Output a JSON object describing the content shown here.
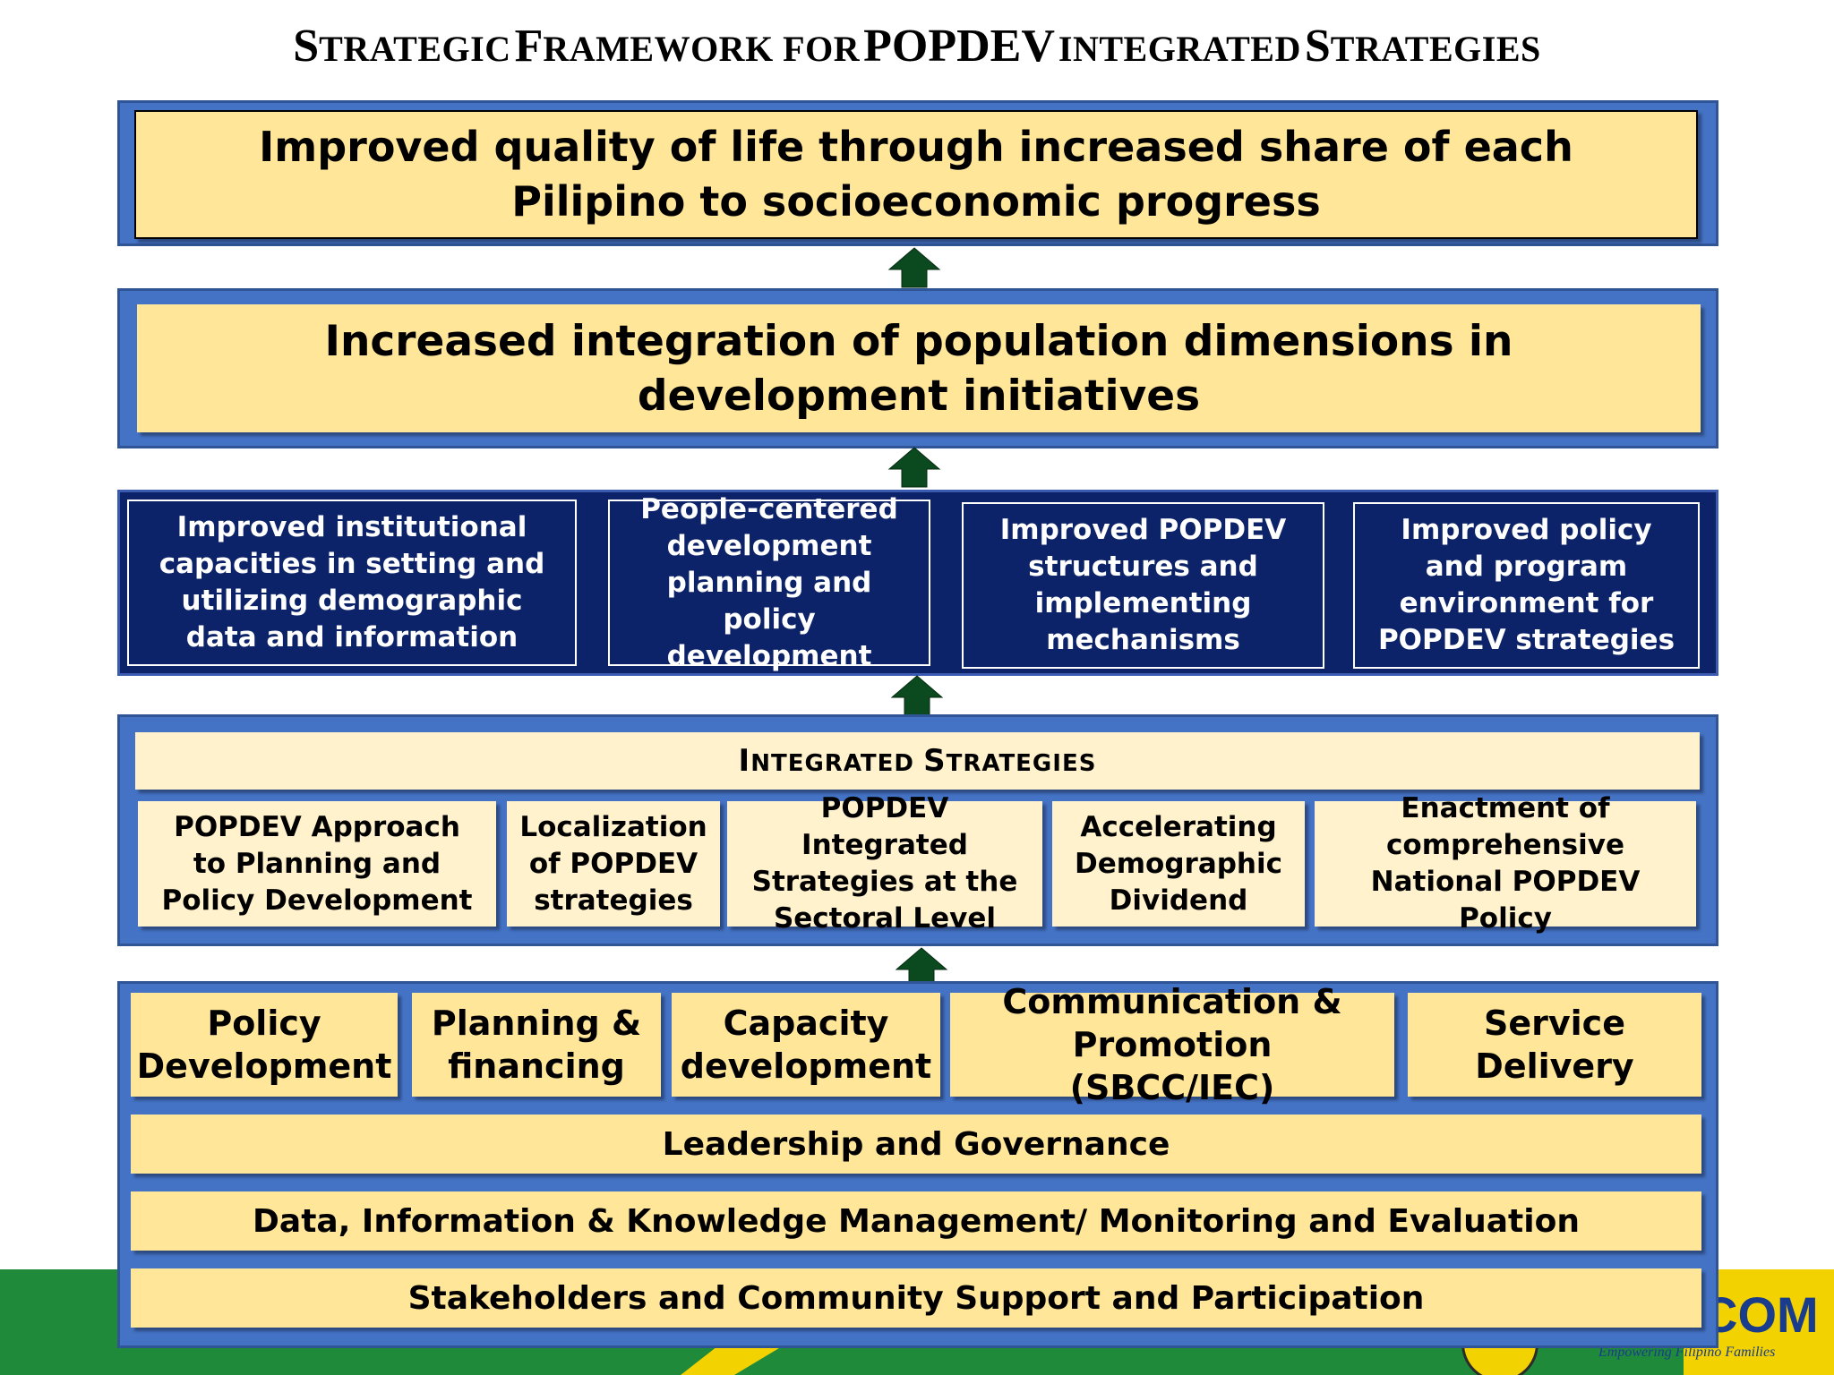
{
  "title": {
    "word1_initial": "S",
    "word1_rest": "TRATEGIC",
    "word2_initial": "F",
    "word2_rest": "RAMEWORK FOR",
    "acronym": "POPDEV",
    "word3_rest": "INTEGRATED",
    "word4_initial": "S",
    "word4_rest": "TRATEGIES"
  },
  "goal": "Improved quality of life through increased share of each Pilipino to socioeconomic progress",
  "purpose": "Increased integration of population dimensions in development initiatives",
  "outcomes": [
    "Improved institutional capacities in setting and utilizing demographic data and information",
    "People-centered development planning and policy development",
    "Improved POPDEV structures and implementing mechanisms",
    "Improved policy and program environment for POPDEV strategies"
  ],
  "strategies": {
    "header_initial1": "I",
    "header_rest1": "NTEGRATED",
    "header_initial2": "S",
    "header_rest2": "TRATEGIES",
    "items": [
      "POPDEV Approach to Planning and Policy Development",
      "Localization of POPDEV strategies",
      "POPDEV Integrated Strategies at the Sectoral Level",
      "Accelerating Demographic Dividend",
      "Enactment of comprehensive National POPDEV Policy"
    ]
  },
  "foundations": {
    "pillars": [
      "Policy Development",
      "Planning & financing",
      "Capacity development",
      "Communication & Promotion (SBCC/IEC)",
      "Service Delivery"
    ],
    "rows": [
      "Leadership and Governance",
      "Data, Information & Knowledge Management/ Monitoring and Evaluation",
      "Stakeholders and Community Support and Participation"
    ]
  },
  "footer": {
    "logo_text": "COM",
    "tagline": "Empowering Filipino Families"
  },
  "colors": {
    "band_blue": "#4472c4",
    "navy": "#0d2369",
    "yellow": "#ffe699",
    "cream": "#fff2cc",
    "arrow_green": "#0b4a1f",
    "stripe_green": "#1f8a3a",
    "stripe_yellow": "#f2d200"
  }
}
